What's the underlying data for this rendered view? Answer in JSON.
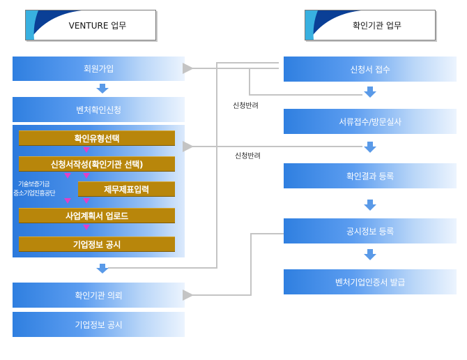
{
  "headers": {
    "venture": "VENTURE 업무",
    "agency": "확인기관 업무"
  },
  "left": {
    "signup": "회원가입",
    "apply": "벤처확인신청",
    "steps": {
      "select_type": "확인유형선택",
      "write_form": "신청서작성(확인기관 선택)",
      "financial_input": "제무제표입력",
      "plan_upload": "사업계획서 업로드",
      "company_disclosure": "기업정보 공시"
    },
    "side_labels": [
      "기술보증기금",
      "중소기업진흥공단"
    ],
    "request": "확인기관 의뢰",
    "disclosure": "기업정보 공시"
  },
  "right": {
    "receipt": "신청서 접수",
    "review": "서류접수/방문실사",
    "register_result": "확인결과 등록",
    "register_disclosure": "공시정보 등록",
    "issue": "벤처기업인증서 발급"
  },
  "labels": {
    "return1": "신청반려",
    "return2": "신청반려"
  },
  "colors": {
    "box_blue": "#2f7fe0",
    "step_gold": "#b8860b",
    "arrow_blue": "#5a9ae8",
    "arrow_pink": "#e040c8",
    "connector_gray": "#c4c4c4"
  }
}
